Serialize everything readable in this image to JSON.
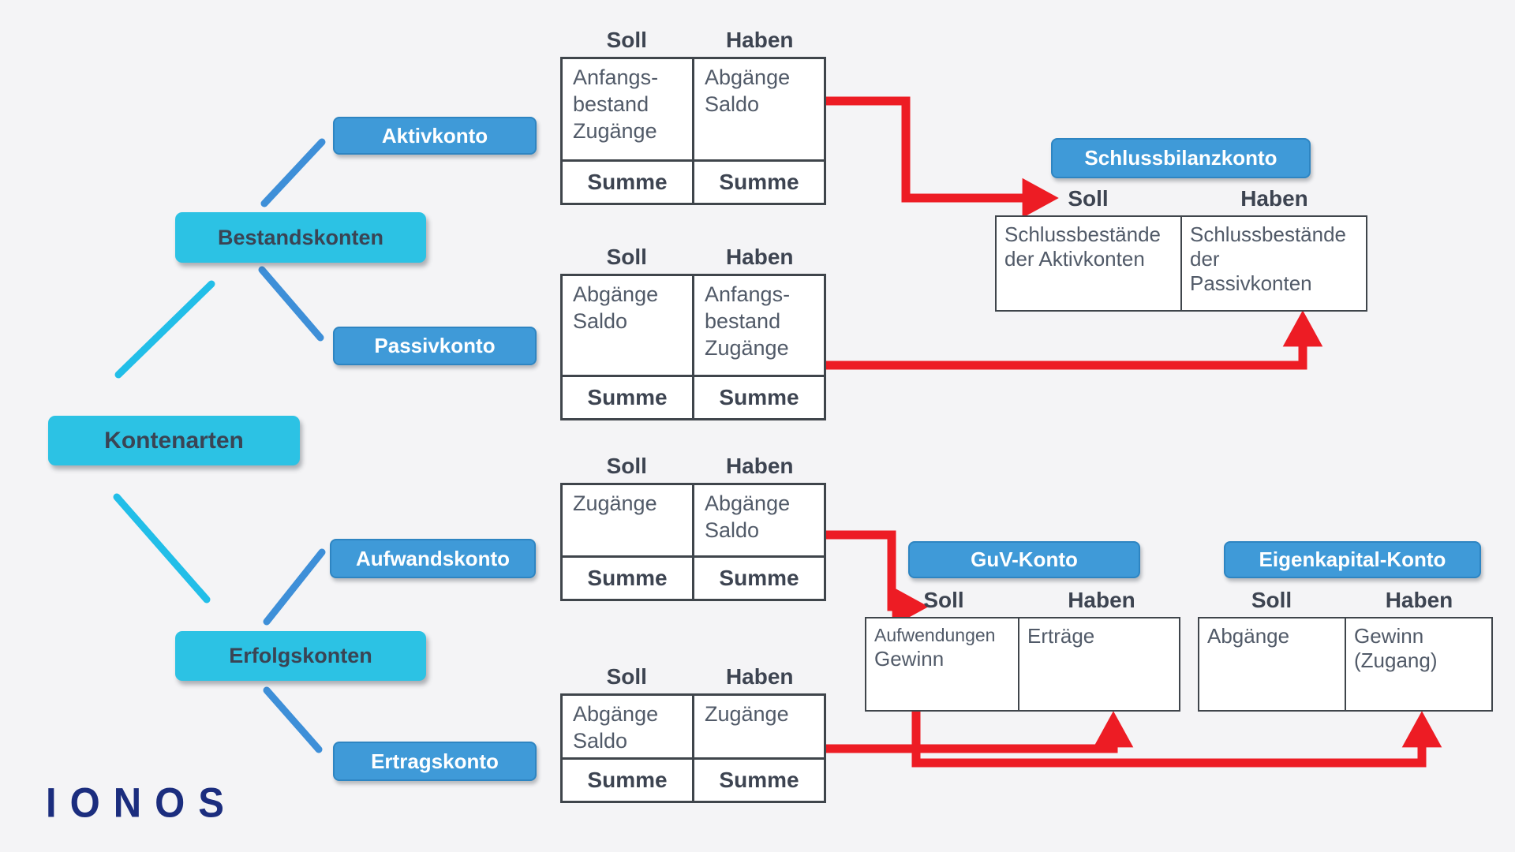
{
  "tree": {
    "root": "Kontenarten",
    "groups": [
      "Bestandskonten",
      "Erfolgskonten"
    ],
    "leaves": [
      "Aktivkonto",
      "Passivkonto",
      "Aufwandskonto",
      "Ertragskonto"
    ]
  },
  "accounts": [
    {
      "name": "Aktivkonto",
      "headers": [
        "Soll",
        "Haben"
      ],
      "soll": [
        "Anfangs-",
        "bestand",
        "Zugänge"
      ],
      "haben": [
        "Abgänge",
        "Saldo"
      ],
      "footer": [
        "Summe",
        "Summe"
      ]
    },
    {
      "name": "Passivkonto",
      "headers": [
        "Soll",
        "Haben"
      ],
      "soll": [
        "Abgänge",
        "Saldo"
      ],
      "haben": [
        "Anfangs-",
        "bestand",
        "Zugänge"
      ],
      "footer": [
        "Summe",
        "Summe"
      ]
    },
    {
      "name": "Aufwandskonto",
      "headers": [
        "Soll",
        "Haben"
      ],
      "soll": [
        "Zugänge"
      ],
      "haben": [
        "Abgänge",
        "Saldo"
      ],
      "footer": [
        "Summe",
        "Summe"
      ]
    },
    {
      "name": "Ertragskonto",
      "headers": [
        "Soll",
        "Haben"
      ],
      "soll": [
        "Abgänge",
        "Saldo"
      ],
      "haben": [
        "Zugänge"
      ],
      "footer": [
        "Summe",
        "Summe"
      ]
    }
  ],
  "closing": [
    {
      "title": "Schlussbilanzkonto",
      "headers": [
        "Soll",
        "Haben"
      ],
      "soll": [
        "Schlussbestände",
        "der Aktivkonten"
      ],
      "haben": [
        "Schlussbestände",
        "der",
        "Passivkonten"
      ]
    },
    {
      "title": "GuV-Konto",
      "headers": [
        "Soll",
        "Haben"
      ],
      "soll": [
        "Aufwendungen",
        "Gewinn"
      ],
      "haben": [
        "Erträge"
      ]
    },
    {
      "title": "Eigenkapital-Konto",
      "headers": [
        "Soll",
        "Haben"
      ],
      "soll": [
        "Abgänge"
      ],
      "haben": [
        "Gewinn",
        "(Zugang)"
      ]
    }
  ],
  "logo": {
    "text": "IONOS"
  },
  "colors": {
    "background": "#F4F4F6",
    "cyan_box": "#2CC2E4",
    "blue_box": "#3F9AD8",
    "blue_box_border": "#2E85C2",
    "line_cyan": "#22BEE8",
    "line_blue": "#3E8FD8",
    "arrow_red": "#ED1C24",
    "table_border": "#3F454B",
    "heading_text": "#3D4451",
    "cell_text": "#515A68",
    "logo_navy": "#1B2D7E"
  }
}
